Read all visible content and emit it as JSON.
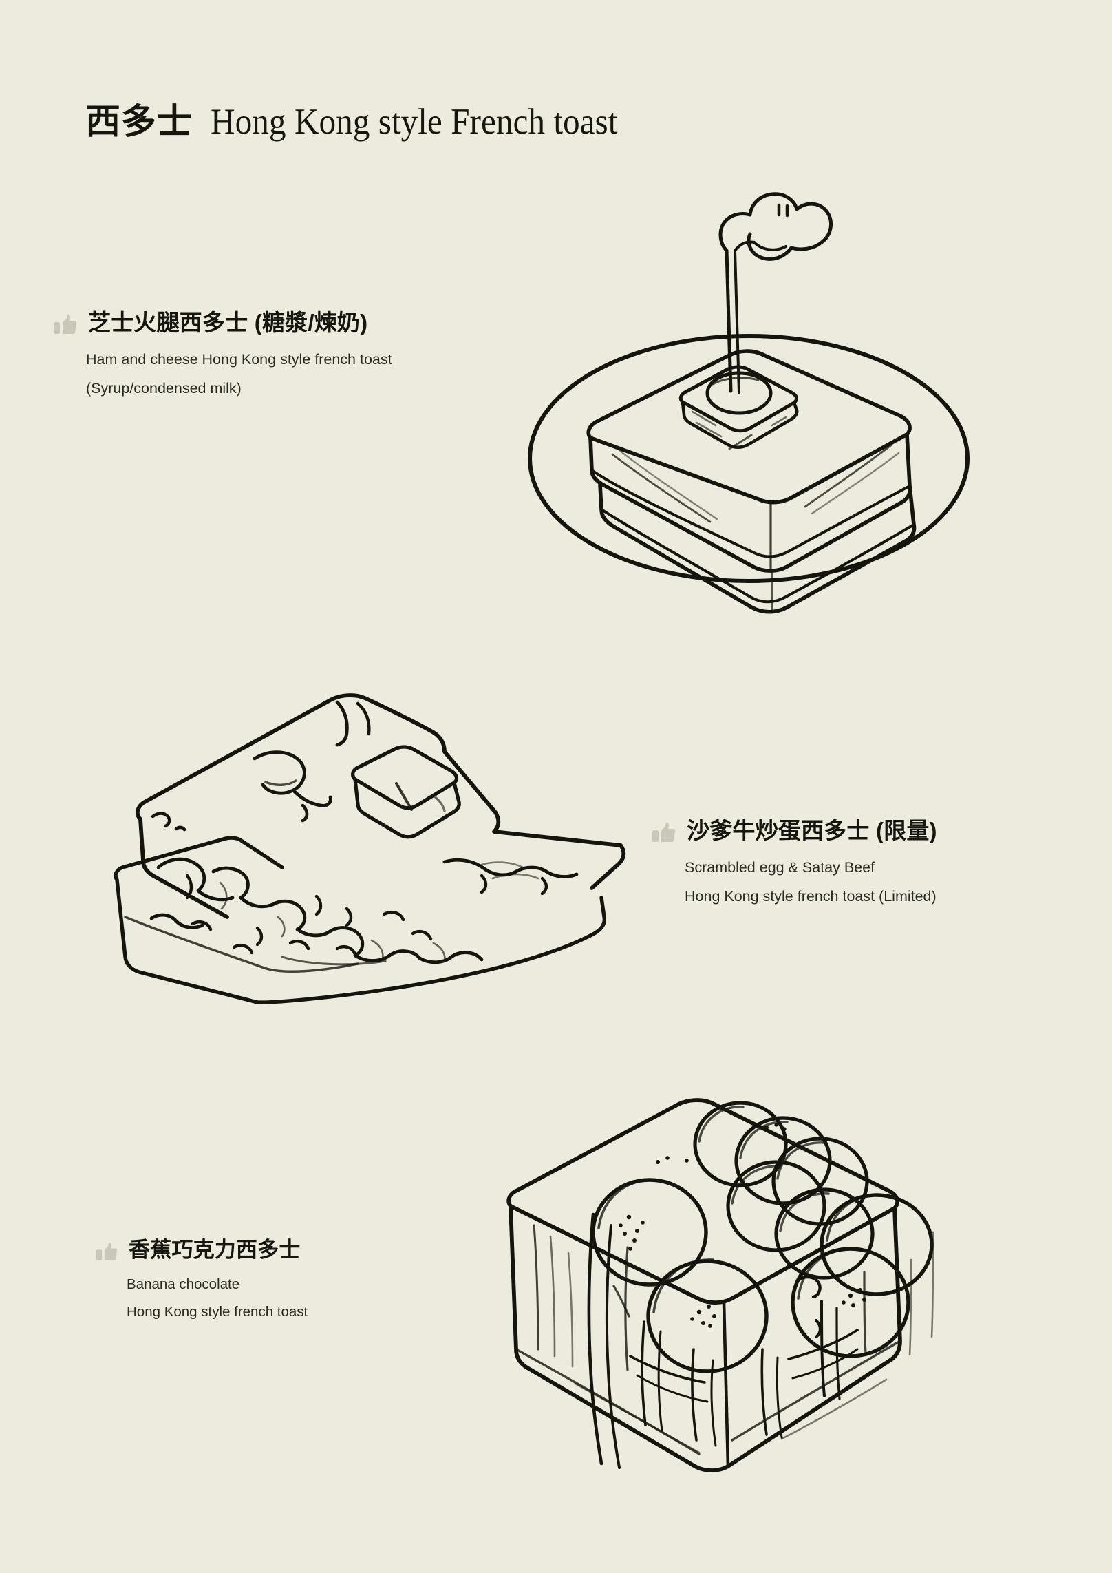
{
  "page": {
    "background_color": "#EDEBDE",
    "ink_color": "#15150E",
    "icon_color": "#C9C7B8"
  },
  "header": {
    "title_cn": "西多士",
    "title_en": "Hong Kong style French toast"
  },
  "menu": {
    "items": [
      {
        "icon": "thumbs-up-icon",
        "name": "芝士火腿西多士 (糖漿/煉奶)",
        "desc_line1": "Ham and cheese Hong Kong style french toast",
        "desc_line2": "(Syrup/condensed milk)",
        "illustration": "ham-cheese-toast-with-syrup-illustration"
      },
      {
        "icon": "thumbs-up-icon",
        "name": "沙爹牛炒蛋西多士 (限量)",
        "desc_line1": "Scrambled egg & Satay Beef",
        "desc_line2": "Hong Kong style french toast (Limited)",
        "illustration": "satay-beef-scrambled-egg-toast-illustration"
      },
      {
        "icon": "thumbs-up-icon",
        "name": "香蕉巧克力西多士",
        "desc_line1": "Banana chocolate",
        "desc_line2": "Hong Kong style french toast",
        "illustration": "banana-chocolate-toast-illustration"
      }
    ]
  }
}
